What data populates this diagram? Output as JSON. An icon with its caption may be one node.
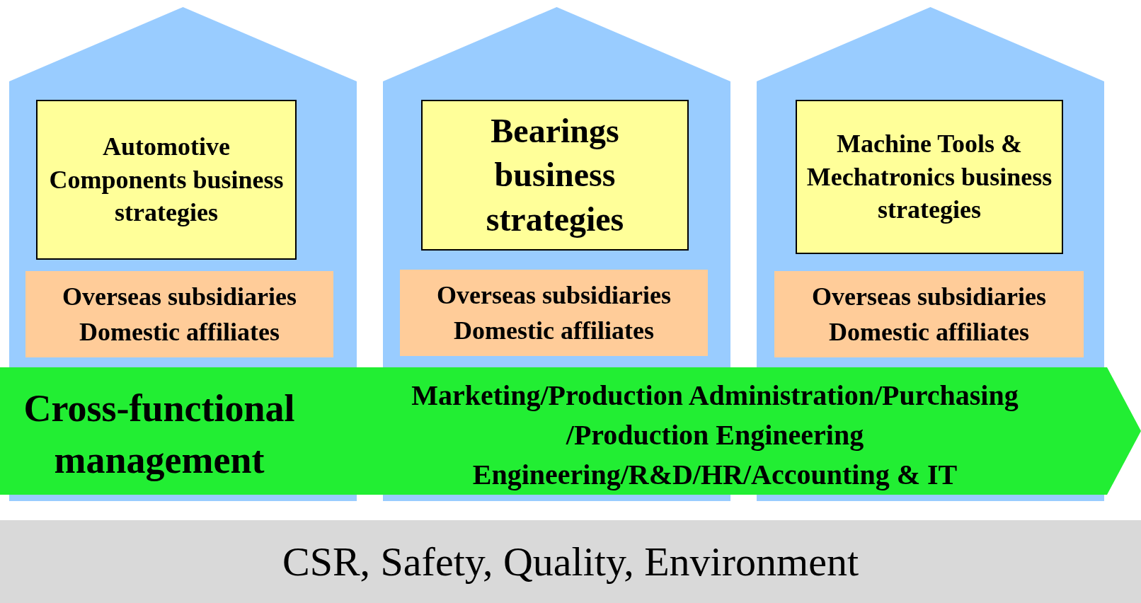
{
  "diagram": {
    "nodes": [
      {
        "text": [],
        "shape": "house"
      },
      {
        "text": [
          "Automotive Components business strategies"
        ],
        "in": 0
      },
      {
        "text": [
          "Overseas subsidiaries",
          "Domestic affiliates"
        ],
        "in": 0
      },
      {
        "text": [],
        "shape": "house"
      },
      {
        "text": [
          "Bearings business strategies"
        ],
        "in": 3
      },
      {
        "text": [
          "Overseas subsidiaries",
          "Domestic affiliates"
        ],
        "in": 3
      },
      {
        "text": [],
        "shape": "house"
      },
      {
        "text": [
          "Machine Tools & Mechatronics business strategies"
        ],
        "in": 6
      },
      {
        "text": [
          "Overseas subsidiaries",
          "Domestic affiliates"
        ],
        "in": 6
      },
      {
        "text": [
          "Cross-functional management",
          "Marketing/Production Administration/Purchasing /Production Engineering",
          "Engineering/R&D/HR/Accounting & IT"
        ]
      },
      {
        "text": [
          "CSR, Safety, Quality, Environment"
        ]
      }
    ],
    "edges": []
  }
}
